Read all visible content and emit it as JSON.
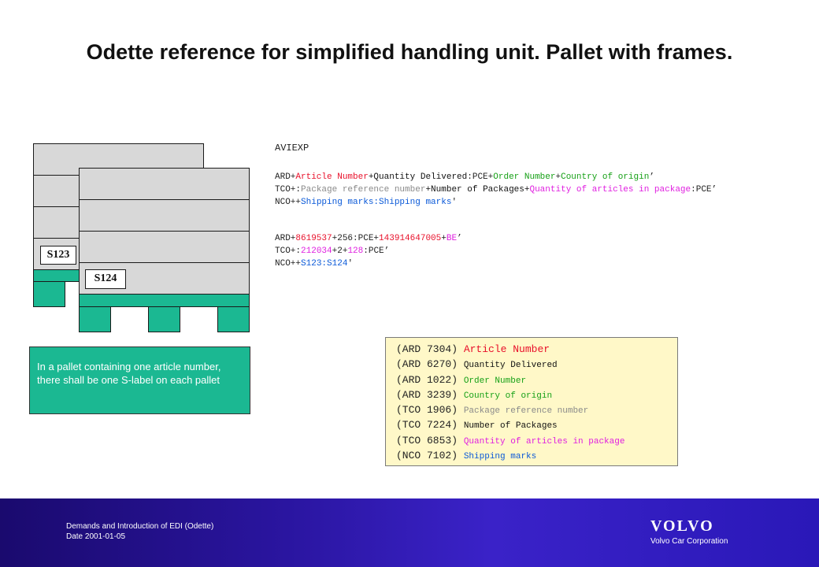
{
  "title": "Odette reference for simplified handling unit. Pallet with frames.",
  "colors": {
    "green": "#1bb892",
    "red": "#e8102a",
    "dark_green": "#16a016",
    "blue": "#0a59d8",
    "gray": "#8a8a8a",
    "magenta": "#e020e0",
    "navy": "#1a0a6e"
  },
  "code": {
    "header": "AVIEXP",
    "block1": [
      [
        {
          "t": "ARD+",
          "c": "#222222"
        },
        {
          "t": "Article Number",
          "c": "#e8102a"
        },
        {
          "t": "+Quantity Delivered",
          "c": "#111111"
        },
        {
          "t": ":PCE+",
          "c": "#222222"
        },
        {
          "t": "Order Number",
          "c": "#16a016"
        },
        {
          "t": "+",
          "c": "#222222"
        },
        {
          "t": "Country of origin",
          "c": "#16a016"
        },
        {
          "t": "’",
          "c": "#222222"
        }
      ],
      [
        {
          "t": "TCO+:",
          "c": "#222222"
        },
        {
          "t": "Package reference number",
          "c": "#8a8a8a"
        },
        {
          "t": "+Number of Packages+",
          "c": "#111111"
        },
        {
          "t": "Quantity of articles in package",
          "c": "#e020e0"
        },
        {
          "t": ":PCE’",
          "c": "#222222"
        }
      ],
      [
        {
          "t": "NCO++",
          "c": "#222222"
        },
        {
          "t": "Shipping marks:Shipping marks",
          "c": "#0a59d8"
        },
        {
          "t": "'",
          "c": "#222222"
        }
      ]
    ],
    "block2": [
      [
        {
          "t": "ARD+",
          "c": "#222222"
        },
        {
          "t": "8619537",
          "c": "#e8102a"
        },
        {
          "t": "+256:PCE+",
          "c": "#222222"
        },
        {
          "t": "143914647005",
          "c": "#e8102a"
        },
        {
          "t": "+",
          "c": "#222222"
        },
        {
          "t": "BE",
          "c": "#e020e0"
        },
        {
          "t": "’",
          "c": "#222222"
        }
      ],
      [
        {
          "t": "TCO+:",
          "c": "#222222"
        },
        {
          "t": "212034",
          "c": "#e020e0"
        },
        {
          "t": "+2+",
          "c": "#222222"
        },
        {
          "t": "128",
          "c": "#e020e0"
        },
        {
          "t": ":PCE’",
          "c": "#222222"
        }
      ],
      [
        {
          "t": "NCO++",
          "c": "#222222"
        },
        {
          "t": "S123:S124",
          "c": "#0a59d8"
        },
        {
          "t": "'",
          "c": "#222222"
        }
      ]
    ]
  },
  "pallets": [
    {
      "label": "S123"
    },
    {
      "label": "S124"
    }
  ],
  "note": "In a pallet containing one article number, there shall be one S-label on each pallet",
  "legend": [
    {
      "code": "(ARD 7304)",
      "name": "Article Number",
      "color": "#e8102a"
    },
    {
      "code": "(ARD 6270)",
      "name": "Quantity Delivered",
      "color": "#111111"
    },
    {
      "code": "(ARD 1022)",
      "name": "Order Number",
      "color": "#16a016"
    },
    {
      "code": "(ARD 3239)",
      "name": "Country of origin",
      "color": "#16a016"
    },
    {
      "code": "(TCO 1906)",
      "name": "Package reference number",
      "color": "#8a8a8a"
    },
    {
      "code": "(TCO 7224)",
      "name": "Number of Packages",
      "color": "#111111"
    },
    {
      "code": "(TCO 6853)",
      "name": "Quantity of articles in package",
      "color": "#e020e0"
    },
    {
      "code": "(NCO 7102)",
      "name": "Shipping marks",
      "color": "#0a59d8"
    }
  ],
  "footer": {
    "line1": "Demands and Introduction of EDI (Odette)",
    "line2": "Date 2001-01-05",
    "logo": "VOLVO",
    "company": "Volvo Car Corporation"
  }
}
